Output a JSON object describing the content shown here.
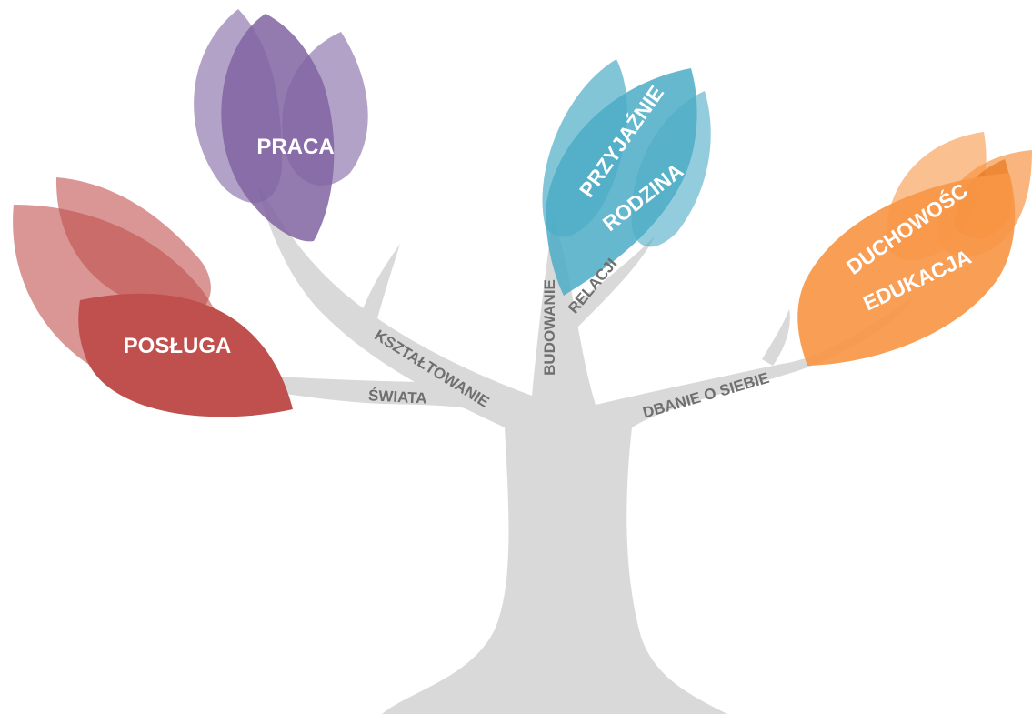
{
  "colors": {
    "trunk": "#d9d9d9",
    "branch_text": "#6f6f6f",
    "posluga": "#c0504d",
    "praca": "#8064a2",
    "relations": "#4bacc6",
    "care": "#f79646"
  },
  "leaves": {
    "posluga": {
      "label": "POSŁUGA"
    },
    "praca": {
      "label": "PRACA"
    },
    "przyjaznie": {
      "label": "PRZYJAŹNIE"
    },
    "rodzina": {
      "label": "RODZINA"
    },
    "duchowosc": {
      "label": "DUCHOWOŚC"
    },
    "edukacja": {
      "label": "EDUKACJA"
    }
  },
  "branches": {
    "ksztaltowanie": "KSZTAŁTOWANIE",
    "swiata": "ŚWIATA",
    "budowanie": "BUDOWANIE",
    "relacji": "RELACJI",
    "dbanie": "DBANIE O SIEBIE"
  }
}
